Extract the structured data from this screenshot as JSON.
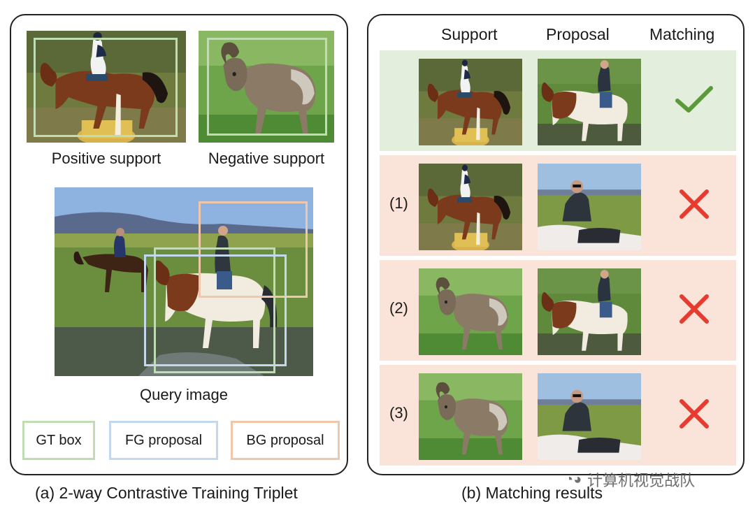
{
  "panel_a": {
    "positive_support_label": "Positive support",
    "negative_support_label": "Negative support",
    "query_label": "Query image",
    "legend": {
      "gt": "GT box",
      "fg": "FG proposal",
      "bg": "BG proposal"
    },
    "caption": "(a) 2-way Contrastive Training Triplet"
  },
  "panel_b": {
    "headers": {
      "support": "Support",
      "proposal": "Proposal",
      "matching": "Matching"
    },
    "rows": [
      {
        "number": "",
        "support": "horse",
        "proposal": "horse",
        "matching": "check"
      },
      {
        "number": "(1)",
        "support": "horse",
        "proposal": "person",
        "matching": "cross"
      },
      {
        "number": "(2)",
        "support": "ram",
        "proposal": "horse",
        "matching": "cross"
      },
      {
        "number": "(3)",
        "support": "ram",
        "proposal": "person",
        "matching": "cross"
      }
    ],
    "caption": "(b) Matching results"
  },
  "colors": {
    "gt_box": "#bfddb0",
    "fg_box": "#c3d8ec",
    "bg_box": "#efc7ab",
    "match_row": "#e3eedc",
    "mismatch_row": "#fae3d9",
    "check": "#5a9a3a",
    "cross": "#e63b2e"
  },
  "watermark": "计算机视觉战队"
}
